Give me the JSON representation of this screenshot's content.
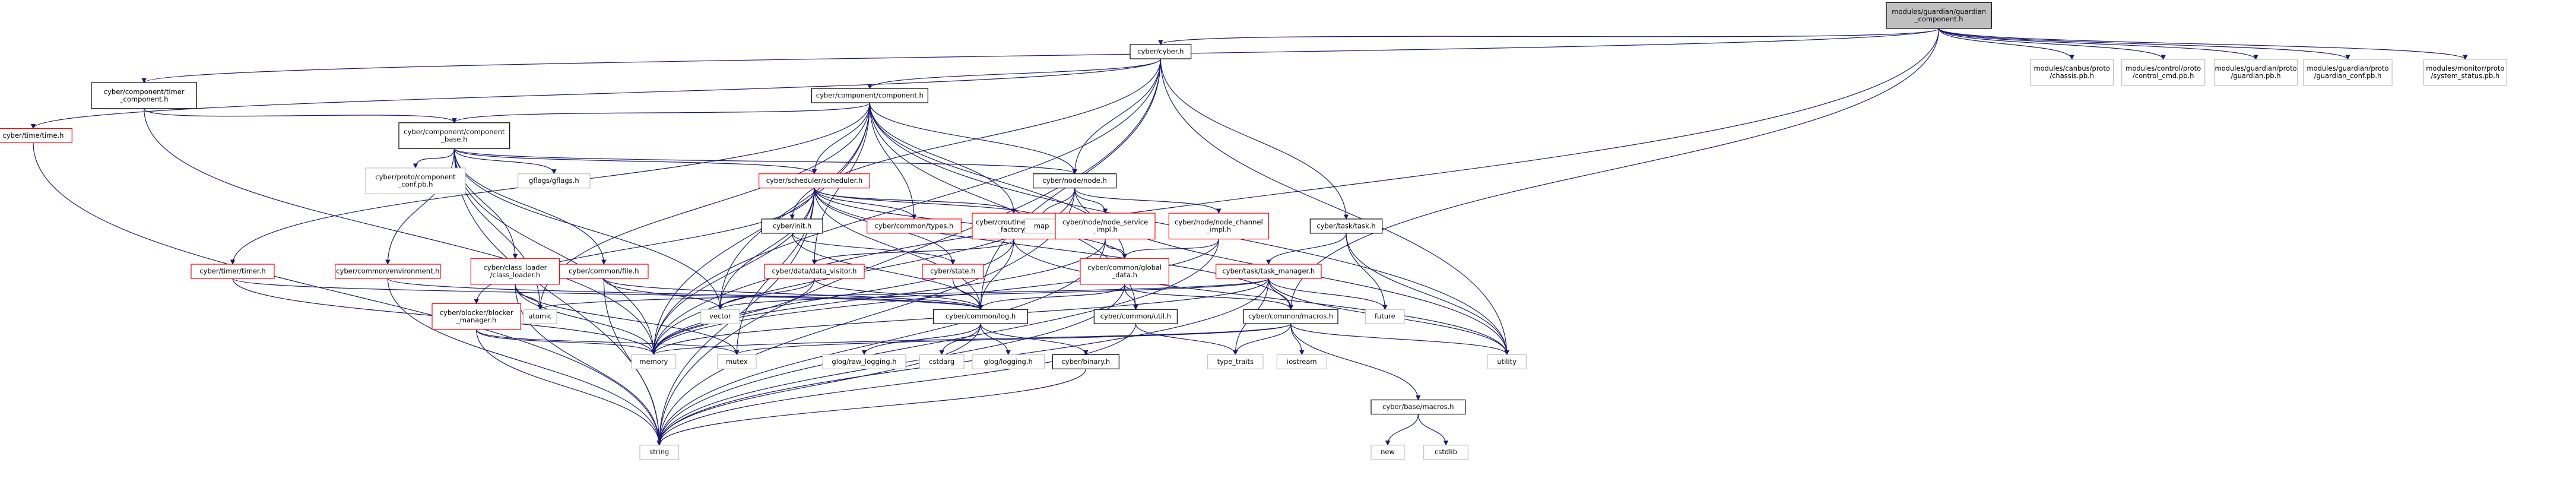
{
  "colors": {
    "edge": "#191970",
    "root_fill": "#bfbfbf",
    "normal_border": "#000000",
    "missing_border": "#ff0000",
    "external_border": "#bfbfbf",
    "text": "#000000"
  },
  "nodes": [
    {
      "id": "root",
      "lines": [
        "modules/guardian/guardian",
        "_component.h"
      ],
      "kind": "root"
    },
    {
      "id": "cyber_h",
      "lines": [
        "cyber/cyber.h"
      ],
      "kind": "normal"
    },
    {
      "id": "chassis",
      "lines": [
        "modules/canbus/proto",
        "/chassis.pb.h"
      ],
      "kind": "external"
    },
    {
      "id": "control_cmd",
      "lines": [
        "modules/control/proto",
        "/control_cmd.pb.h"
      ],
      "kind": "external"
    },
    {
      "id": "guardian_pb",
      "lines": [
        "modules/guardian/proto",
        "/guardian.pb.h"
      ],
      "kind": "external"
    },
    {
      "id": "guardian_conf",
      "lines": [
        "modules/guardian/proto",
        "/guardian_conf.pb.h"
      ],
      "kind": "external"
    },
    {
      "id": "system_status",
      "lines": [
        "modules/monitor/proto",
        "/system_status.pb.h"
      ],
      "kind": "external"
    },
    {
      "id": "timer_component",
      "lines": [
        "cyber/component/timer",
        "_component.h"
      ],
      "kind": "normal"
    },
    {
      "id": "time_h",
      "lines": [
        "cyber/time/time.h"
      ],
      "kind": "missing"
    },
    {
      "id": "component_h",
      "lines": [
        "cyber/component/component.h"
      ],
      "kind": "normal"
    },
    {
      "id": "component_base",
      "lines": [
        "cyber/component/component",
        "_base.h"
      ],
      "kind": "normal"
    },
    {
      "id": "proto_component_conf",
      "lines": [
        "cyber/proto/component",
        "_conf.pb.h"
      ],
      "kind": "external"
    },
    {
      "id": "gflags",
      "lines": [
        "gflags/gflags.h"
      ],
      "kind": "external"
    },
    {
      "id": "scheduler",
      "lines": [
        "cyber/scheduler/scheduler.h"
      ],
      "kind": "missing"
    },
    {
      "id": "node_h",
      "lines": [
        "cyber/node/node.h"
      ],
      "kind": "normal"
    },
    {
      "id": "task_h",
      "lines": [
        "cyber/task/task.h"
      ],
      "kind": "normal"
    },
    {
      "id": "timer_h",
      "lines": [
        "cyber/timer/timer.h"
      ],
      "kind": "missing"
    },
    {
      "id": "environment",
      "lines": [
        "cyber/common/environment.h"
      ],
      "kind": "missing"
    },
    {
      "id": "class_loader",
      "lines": [
        "cyber/class_loader",
        "/class_loader.h"
      ],
      "kind": "missing"
    },
    {
      "id": "file_h",
      "lines": [
        "cyber/common/file.h"
      ],
      "kind": "missing"
    },
    {
      "id": "init_h",
      "lines": [
        "cyber/init.h"
      ],
      "kind": "normal"
    },
    {
      "id": "types_h",
      "lines": [
        "cyber/common/types.h"
      ],
      "kind": "missing"
    },
    {
      "id": "routine_factory",
      "lines": [
        "cyber/croutine/routine",
        "_factory.h"
      ],
      "kind": "missing"
    },
    {
      "id": "map",
      "lines": [
        "map"
      ],
      "kind": "external"
    },
    {
      "id": "node_service_impl",
      "lines": [
        "cyber/node/node_service",
        "_impl.h"
      ],
      "kind": "missing"
    },
    {
      "id": "node_channel_impl",
      "lines": [
        "cyber/node/node_channel",
        "_impl.h"
      ],
      "kind": "missing"
    },
    {
      "id": "task_manager",
      "lines": [
        "cyber/task/task_manager.h"
      ],
      "kind": "missing"
    },
    {
      "id": "data_visitor",
      "lines": [
        "cyber/data/data_visitor.h"
      ],
      "kind": "missing"
    },
    {
      "id": "state_h",
      "lines": [
        "cyber/state.h"
      ],
      "kind": "missing"
    },
    {
      "id": "global_data",
      "lines": [
        "cyber/common/global",
        "_data.h"
      ],
      "kind": "missing"
    },
    {
      "id": "blocker_manager",
      "lines": [
        "cyber/blocker/blocker",
        "_manager.h"
      ],
      "kind": "missing"
    },
    {
      "id": "atomic",
      "lines": [
        "atomic"
      ],
      "kind": "external"
    },
    {
      "id": "vector",
      "lines": [
        "vector"
      ],
      "kind": "external"
    },
    {
      "id": "log_h",
      "lines": [
        "cyber/common/log.h"
      ],
      "kind": "normal"
    },
    {
      "id": "util_h",
      "lines": [
        "cyber/common/util.h"
      ],
      "kind": "normal"
    },
    {
      "id": "macros_common",
      "lines": [
        "cyber/common/macros.h"
      ],
      "kind": "normal"
    },
    {
      "id": "future",
      "lines": [
        "future"
      ],
      "kind": "external"
    },
    {
      "id": "utility",
      "lines": [
        "utility"
      ],
      "kind": "external"
    },
    {
      "id": "memory",
      "lines": [
        "memory"
      ],
      "kind": "external"
    },
    {
      "id": "mutex",
      "lines": [
        "mutex"
      ],
      "kind": "external"
    },
    {
      "id": "raw_logging",
      "lines": [
        "glog/raw_logging.h"
      ],
      "kind": "external"
    },
    {
      "id": "cstdarg",
      "lines": [
        "cstdarg"
      ],
      "kind": "external"
    },
    {
      "id": "glog_logging",
      "lines": [
        "glog/logging.h"
      ],
      "kind": "external"
    },
    {
      "id": "binary_h",
      "lines": [
        "cyber/binary.h"
      ],
      "kind": "normal"
    },
    {
      "id": "type_traits",
      "lines": [
        "type_traits"
      ],
      "kind": "external"
    },
    {
      "id": "iostream",
      "lines": [
        "iostream"
      ],
      "kind": "external"
    },
    {
      "id": "base_macros",
      "lines": [
        "cyber/base/macros.h"
      ],
      "kind": "normal"
    },
    {
      "id": "string",
      "lines": [
        "string"
      ],
      "kind": "external"
    },
    {
      "id": "new",
      "lines": [
        "new"
      ],
      "kind": "external"
    },
    {
      "id": "cstdlib",
      "lines": [
        "cstdlib"
      ],
      "kind": "external"
    }
  ],
  "edges": [
    [
      "root",
      "cyber_h"
    ],
    [
      "root",
      "chassis"
    ],
    [
      "root",
      "control_cmd"
    ],
    [
      "root",
      "guardian_pb"
    ],
    [
      "root",
      "guardian_conf"
    ],
    [
      "root",
      "system_status"
    ],
    [
      "root",
      "timer_component"
    ],
    [
      "root",
      "macros_common"
    ],
    [
      "root",
      "memory"
    ],
    [
      "cyber_h",
      "component_h"
    ],
    [
      "cyber_h",
      "time_h"
    ],
    [
      "cyber_h",
      "node_h"
    ],
    [
      "cyber_h",
      "init_h"
    ],
    [
      "cyber_h",
      "task_h"
    ],
    [
      "cyber_h",
      "log_h"
    ],
    [
      "cyber_h",
      "memory"
    ],
    [
      "cyber_h",
      "string"
    ],
    [
      "cyber_h",
      "utility"
    ],
    [
      "timer_component",
      "component_base"
    ],
    [
      "timer_component",
      "memory"
    ],
    [
      "time_h",
      "string"
    ],
    [
      "component_h",
      "component_base"
    ],
    [
      "component_h",
      "scheduler"
    ],
    [
      "component_h",
      "node_h"
    ],
    [
      "component_h",
      "routine_factory"
    ],
    [
      "component_h",
      "types_h"
    ],
    [
      "component_h",
      "data_visitor"
    ],
    [
      "component_h",
      "util_h"
    ],
    [
      "component_h",
      "timer_h"
    ],
    [
      "component_h",
      "vector"
    ],
    [
      "component_h",
      "atomic"
    ],
    [
      "component_h",
      "utility"
    ],
    [
      "component_h",
      "memory"
    ],
    [
      "component_h",
      "global_data"
    ],
    [
      "component_base",
      "proto_component_conf"
    ],
    [
      "component_base",
      "gflags"
    ],
    [
      "component_base",
      "environment"
    ],
    [
      "component_base",
      "class_loader"
    ],
    [
      "component_base",
      "file_h"
    ],
    [
      "component_base",
      "scheduler"
    ],
    [
      "component_base",
      "node_h"
    ],
    [
      "component_base",
      "atomic"
    ],
    [
      "component_base",
      "memory"
    ],
    [
      "component_base",
      "string"
    ],
    [
      "component_base",
      "vector"
    ],
    [
      "scheduler",
      "routine_factory"
    ],
    [
      "scheduler",
      "types_h"
    ],
    [
      "scheduler",
      "map"
    ],
    [
      "scheduler",
      "state_h"
    ],
    [
      "scheduler",
      "global_data"
    ],
    [
      "scheduler",
      "log_h"
    ],
    [
      "scheduler",
      "mutex"
    ],
    [
      "scheduler",
      "vector"
    ],
    [
      "scheduler",
      "memory"
    ],
    [
      "scheduler",
      "string"
    ],
    [
      "scheduler",
      "blocker_manager"
    ],
    [
      "scheduler",
      "macros_common"
    ],
    [
      "node_h",
      "node_service_impl"
    ],
    [
      "node_h",
      "node_channel_impl"
    ],
    [
      "node_h",
      "map"
    ],
    [
      "node_h",
      "memory"
    ],
    [
      "node_h",
      "string"
    ],
    [
      "node_h",
      "utility"
    ],
    [
      "task_h",
      "task_manager"
    ],
    [
      "task_h",
      "future"
    ],
    [
      "task_h",
      "utility"
    ],
    [
      "timer_h",
      "memory"
    ],
    [
      "timer_h",
      "log_h"
    ],
    [
      "environment",
      "log_h"
    ],
    [
      "environment",
      "string"
    ],
    [
      "class_loader",
      "memory"
    ],
    [
      "class_loader",
      "mutex"
    ],
    [
      "class_loader",
      "string"
    ],
    [
      "class_loader",
      "atomic"
    ],
    [
      "file_h",
      "log_h"
    ],
    [
      "file_h",
      "string"
    ],
    [
      "file_h",
      "vector"
    ],
    [
      "init_h",
      "state_h"
    ],
    [
      "init_h",
      "log_h"
    ],
    [
      "routine_factory",
      "data_visitor"
    ],
    [
      "routine_factory",
      "log_h"
    ],
    [
      "routine_factory",
      "memory"
    ],
    [
      "routine_factory",
      "utility"
    ],
    [
      "node_service_impl",
      "global_data"
    ],
    [
      "node_service_impl",
      "string"
    ],
    [
      "node_service_impl",
      "memory"
    ],
    [
      "node_channel_impl",
      "global_data"
    ],
    [
      "node_channel_impl",
      "memory"
    ],
    [
      "node_channel_impl",
      "string"
    ],
    [
      "task_manager",
      "atomic"
    ],
    [
      "task_manager",
      "future"
    ],
    [
      "task_manager",
      "memory"
    ],
    [
      "task_manager",
      "string"
    ],
    [
      "task_manager",
      "utility"
    ],
    [
      "task_manager",
      "vector"
    ],
    [
      "task_manager",
      "type_traits"
    ],
    [
      "task_manager",
      "macros_common"
    ],
    [
      "data_visitor",
      "log_h"
    ],
    [
      "data_visitor",
      "memory"
    ],
    [
      "data_visitor",
      "vector"
    ],
    [
      "state_h",
      "log_h"
    ],
    [
      "global_data",
      "log_h"
    ],
    [
      "global_data",
      "macros_common"
    ],
    [
      "global_data",
      "util_h"
    ],
    [
      "global_data",
      "string"
    ],
    [
      "blocker_manager",
      "memory"
    ],
    [
      "blocker_manager",
      "mutex"
    ],
    [
      "blocker_manager",
      "string"
    ],
    [
      "log_h",
      "raw_logging"
    ],
    [
      "log_h",
      "cstdarg"
    ],
    [
      "log_h",
      "glog_logging"
    ],
    [
      "log_h",
      "binary_h"
    ],
    [
      "log_h",
      "string"
    ],
    [
      "util_h",
      "string"
    ],
    [
      "util_h",
      "type_traits"
    ],
    [
      "macros_common",
      "iostream"
    ],
    [
      "macros_common",
      "memory"
    ],
    [
      "macros_common",
      "mutex"
    ],
    [
      "macros_common",
      "type_traits"
    ],
    [
      "macros_common",
      "utility"
    ],
    [
      "macros_common",
      "base_macros"
    ],
    [
      "base_macros",
      "new"
    ],
    [
      "base_macros",
      "cstdlib"
    ],
    [
      "binary_h",
      "string"
    ]
  ]
}
